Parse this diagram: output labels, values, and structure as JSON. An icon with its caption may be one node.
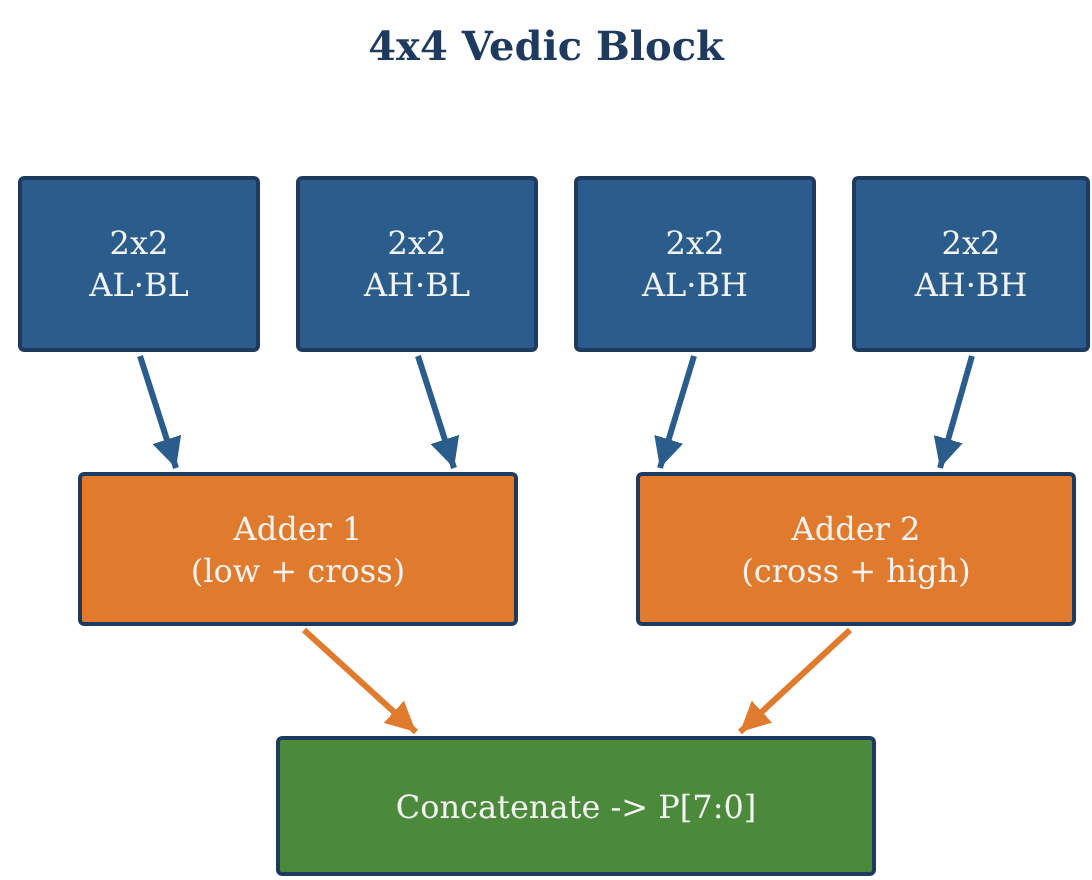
{
  "diagram": {
    "title": "4x4 Vedic Block",
    "nodes": [
      {
        "text": [
          "2x2",
          "AL·BL"
        ]
      },
      {
        "text": [
          "2x2",
          "AH·BL"
        ]
      },
      {
        "text": [
          "2x2",
          "AL·BH"
        ]
      },
      {
        "text": [
          "2x2",
          "AH·BH"
        ]
      },
      {
        "text": [
          "Adder 1",
          "(low + cross)"
        ]
      },
      {
        "text": [
          "Adder 2",
          "(cross + high)"
        ]
      },
      {
        "text": [
          "Concatenate -> P[7:0]"
        ]
      }
    ],
    "edges": [
      {
        "from": 0,
        "to": 4,
        "arrow": "to"
      },
      {
        "from": 1,
        "to": 4,
        "arrow": "to"
      },
      {
        "from": 2,
        "to": 5,
        "arrow": "to"
      },
      {
        "from": 3,
        "to": 5,
        "arrow": "to"
      },
      {
        "from": 4,
        "to": 6,
        "arrow": "to",
        "color": "#e07b2e"
      },
      {
        "from": 5,
        "to": 6,
        "arrow": "to",
        "color": "#e07b2e"
      }
    ]
  }
}
